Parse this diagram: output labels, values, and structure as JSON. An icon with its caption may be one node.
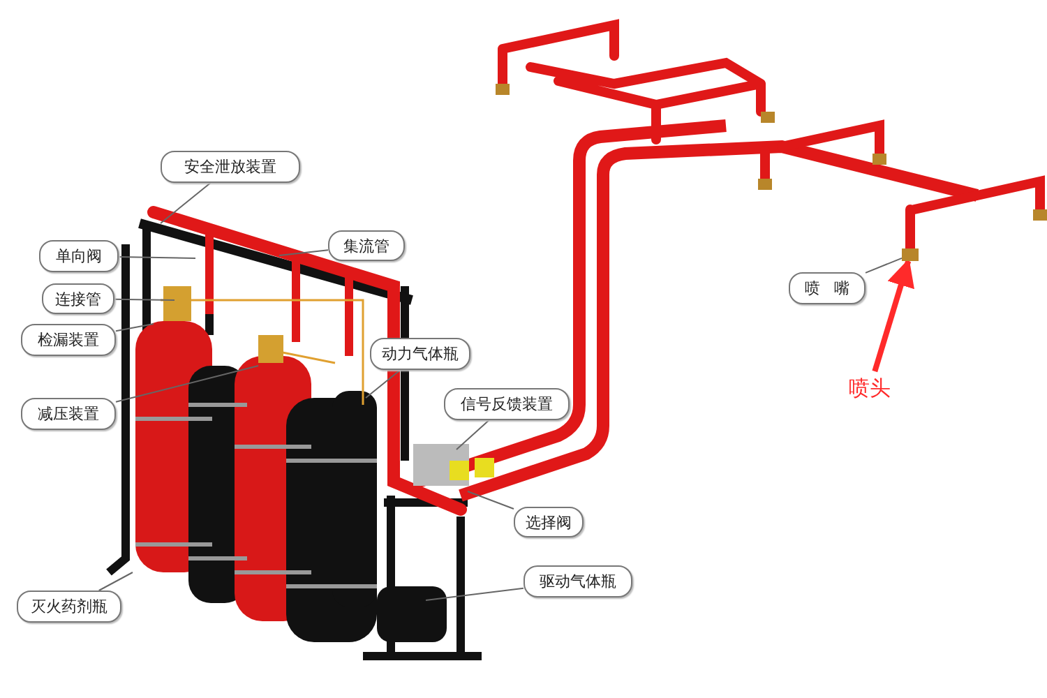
{
  "diagram": {
    "nodes": [
      {
        "text": [
          "安全泄放装置"
        ]
      },
      {
        "text": [
          "集流管"
        ]
      },
      {
        "text": [
          "单向阀"
        ]
      },
      {
        "text": [
          "喷嘴"
        ]
      },
      {
        "text": [
          "连接管"
        ]
      },
      {
        "text": [
          "检漏装置"
        ]
      },
      {
        "text": [
          "动力气体瓶"
        ]
      },
      {
        "text": [
          "喷头"
        ]
      },
      {
        "text": [
          "信号反馈装置"
        ]
      },
      {
        "text": [
          "减压装置"
        ]
      },
      {
        "text": [
          "选择阀"
        ]
      },
      {
        "text": [
          "驱动气体瓶"
        ]
      },
      {
        "text": [
          "灭火药剂瓶"
        ]
      },
      {
        "text": [],
        "shape": "box"
      }
    ],
    "edges": [
      {
        "from": 0,
        "to": null,
        "arrow": "none"
      },
      {
        "from": 1,
        "to": null,
        "arrow": "none"
      },
      {
        "from": 2,
        "to": null,
        "arrow": "none"
      },
      {
        "from": 3,
        "to": 13,
        "arrow": "none"
      },
      {
        "from": 4,
        "to": null,
        "arrow": "none"
      },
      {
        "from": 5,
        "to": null,
        "arrow": "none"
      },
      {
        "from": 6,
        "to": null,
        "arrow": "none"
      },
      {
        "from": 7,
        "to": 13,
        "arrow": "to",
        "style": "thick",
        "color": "#ff2a2a"
      },
      {
        "from": 8,
        "to": null,
        "arrow": "none"
      },
      {
        "from": 9,
        "to": null,
        "arrow": "none"
      },
      {
        "from": 10,
        "to": null,
        "arrow": "none"
      },
      {
        "from": 11,
        "to": null,
        "arrow": "none"
      },
      {
        "from": 12,
        "to": null,
        "arrow": "none"
      }
    ]
  }
}
